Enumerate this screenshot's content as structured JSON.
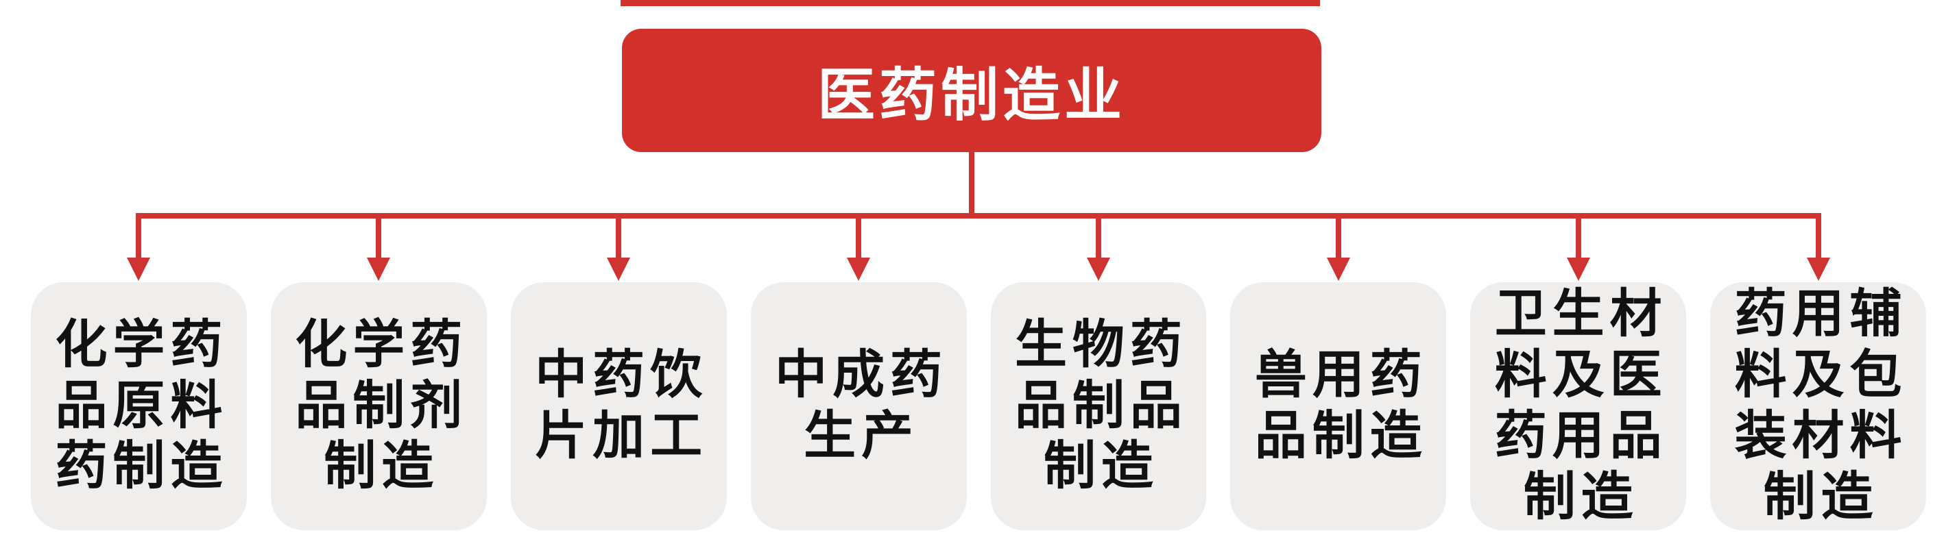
{
  "diagram": {
    "colors": {
      "accent_red": "#d2302b",
      "connector_red": "#cf3433",
      "node_background": "#efeeec",
      "node_text": "#111111",
      "root_text": "#ffffff"
    },
    "root": {
      "label": "医药制造业"
    },
    "children": [
      {
        "label": "化学药品原料药制造",
        "lines": [
          "化学药",
          "品原料",
          "药制造"
        ]
      },
      {
        "label": "化学药品制剂制造",
        "lines": [
          "化学药",
          "品制剂",
          "制造"
        ]
      },
      {
        "label": "中药饮片加工",
        "lines": [
          "中药饮",
          "片加工"
        ]
      },
      {
        "label": "中成药生产",
        "lines": [
          "中成药",
          "生产"
        ]
      },
      {
        "label": "生物药品制品制造",
        "lines": [
          "生物药",
          "品制品",
          "制造"
        ]
      },
      {
        "label": "兽用药品制造",
        "lines": [
          "兽用药",
          "品制造"
        ]
      },
      {
        "label": "卫生材料及医药用品制造",
        "lines": [
          "卫生材",
          "料及医",
          "药用品",
          "制造"
        ]
      },
      {
        "label": "药用辅料及包装材料制造",
        "lines": [
          "药用辅",
          "料及包",
          "装材料",
          "制造"
        ]
      }
    ]
  }
}
